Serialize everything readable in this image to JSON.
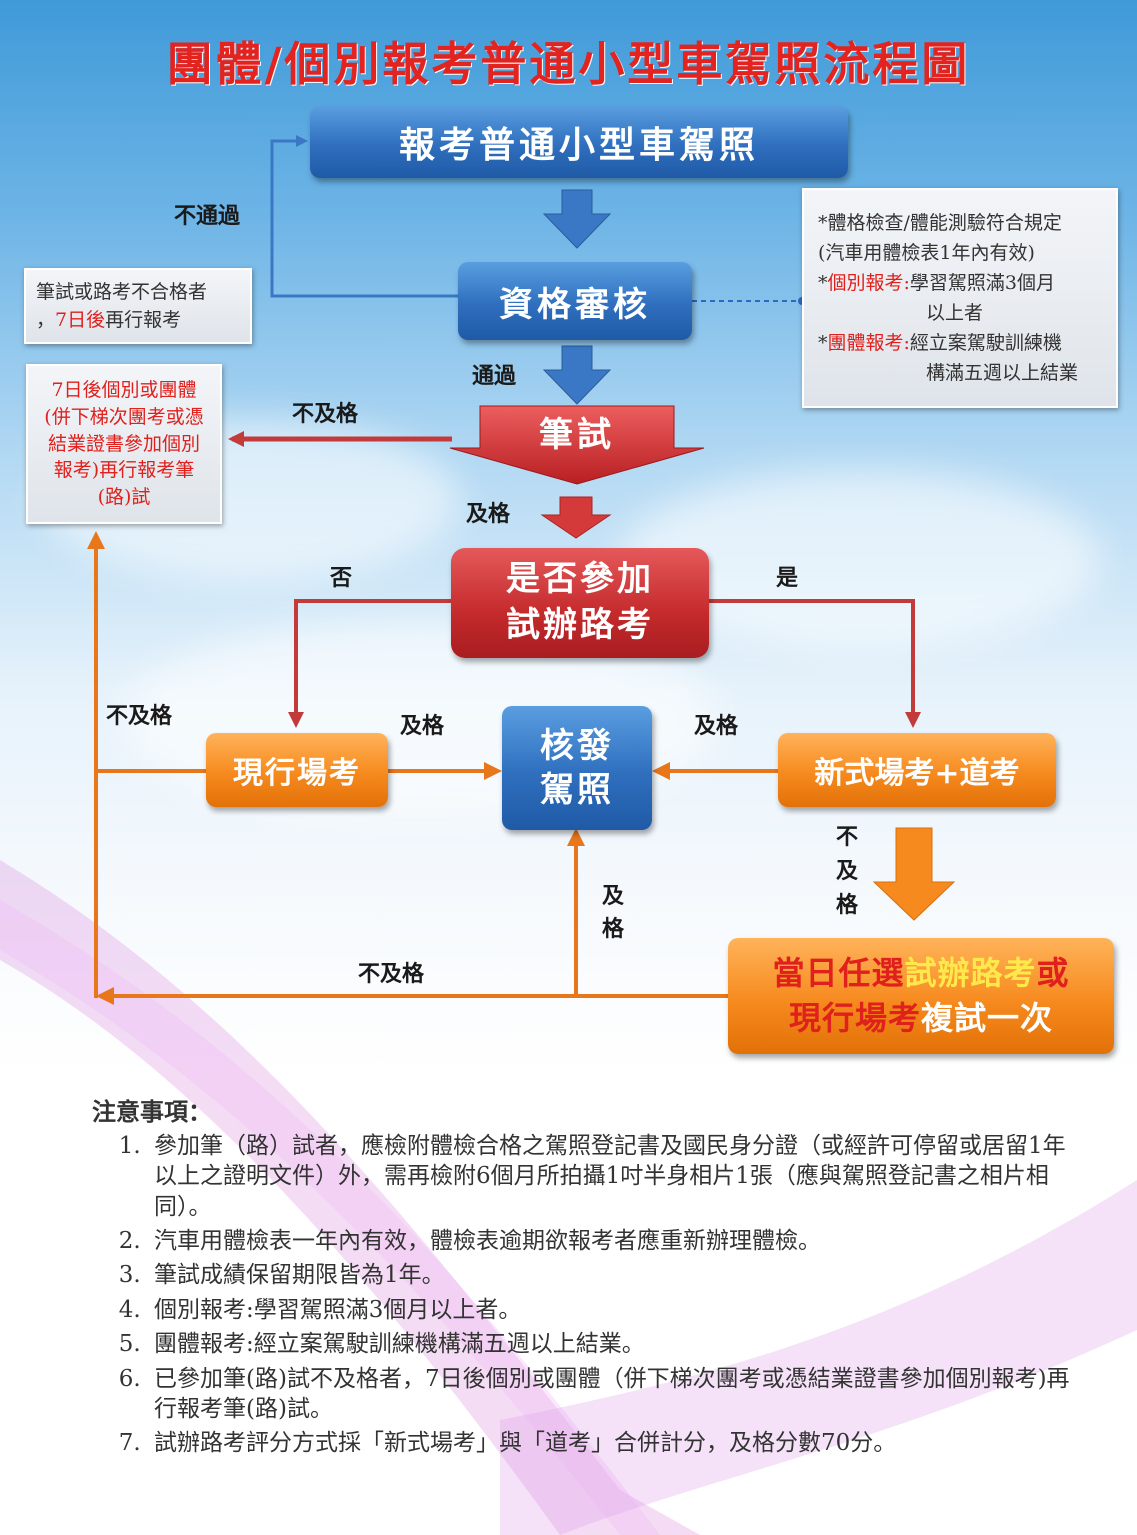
{
  "title": "團體/個別報考普通小型車駕照流程圖",
  "boxes": {
    "apply": "報考普通小型車駕照",
    "qualify": "資格審核",
    "written": "筆試",
    "road_q1": "是否參加",
    "road_q2": "試辦路考",
    "current": "現行場考",
    "issue1": "核發",
    "issue2": "駕照",
    "new": "新式場考+道考",
    "retry_l1a": "當日任選",
    "retry_l1b": "試辦路考",
    "retry_l1c": "或",
    "retry_l2a": "現行場考",
    "retry_l2b": "複試一次"
  },
  "notes_left": {
    "fail_line1": "筆試或路考不合格者",
    "fail_line2a": "，",
    "fail_line2b": "7日後",
    "fail_line2c": "再行報考",
    "retake": "7日後個別或團體(併下梯次團考或憑結業證書參加個別報考)再行報考筆(路)試"
  },
  "notes_right": {
    "l1": "*體格檢查/體能測驗符合規定",
    "l2": "(汽車用體檢表1年內有效)",
    "l3a": "*",
    "l3b": "個別報考:",
    "l3c": "學習駕照滿3個月",
    "l4": "以上者",
    "l5a": "*",
    "l5b": "團體報考:",
    "l5c": "經立案駕駛訓練機",
    "l6": "構滿五週以上結業"
  },
  "labels": {
    "not_pass": "不通過",
    "pass": "通過",
    "fail_written": "不及格",
    "pass_written": "及格",
    "no": "否",
    "yes": "是",
    "fail_current": "不及格",
    "pass_current": "及格",
    "pass_new": "及格",
    "fail_new_1": "不",
    "fail_new_2": "及",
    "fail_new_3": "格",
    "pass_retry_1": "及",
    "pass_retry_2": "格",
    "fail_retry": "不及格"
  },
  "footnotes": {
    "heading": "注意事項：",
    "items": [
      "參加筆（路）試者，應檢附體檢合格之駕照登記書及國民身分證（或經許可停留或居留1年以上之證明文件）外，需再檢附6個月所拍攝1吋半身相片1張（應與駕照登記書之相片相同）。",
      "汽車用體檢表一年內有效，體檢表逾期欲報考者應重新辦理體檢。",
      "筆試成績保留期限皆為1年。",
      "個別報考:學習駕照滿3個月以上者。",
      "團體報考:經立案駕駛訓練機構滿五週以上結業。",
      "已參加筆(路)試不及格者，7日後個別或團體（併下梯次團考或憑結業證書參加個別報考)再行報考筆(路)試。",
      "試辦路考評分方式採「新式場考」與「道考」合併計分，及格分數70分。"
    ]
  },
  "colors": {
    "title": "#e3231f",
    "blue_box": "#2f6fbe",
    "red_box": "#c42a2c",
    "orange_box": "#f68a1e",
    "orange_line": "#e8761a",
    "red_line": "#c33a3a"
  }
}
